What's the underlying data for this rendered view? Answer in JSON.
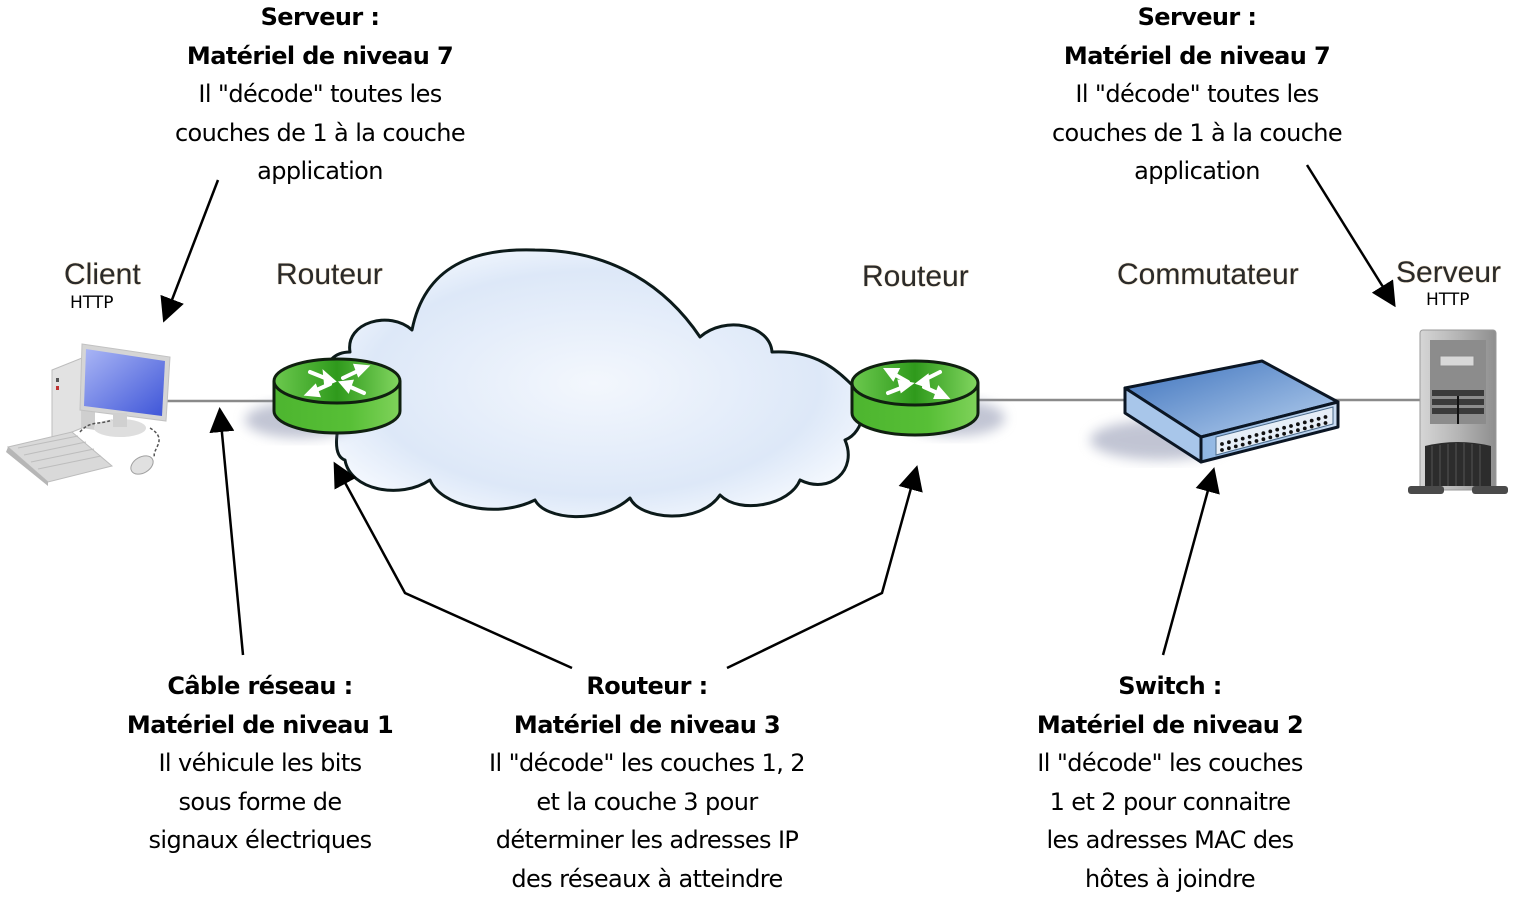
{
  "diagram": {
    "devices": {
      "client": {
        "label": "Client",
        "protocol": "HTTP"
      },
      "router_left": {
        "label": "Routeur"
      },
      "router_right": {
        "label": "Routeur"
      },
      "switch": {
        "label": "Commutateur"
      },
      "server": {
        "label": "Serveur",
        "protocol": "HTTP"
      }
    },
    "callouts": {
      "client_top": {
        "title": "Serveur :",
        "level": "Matériel de niveau 7",
        "lines": [
          "Il \"décode\" toutes les",
          "couches de 1 à la couche",
          "application"
        ]
      },
      "server_top": {
        "title": "Serveur :",
        "level": "Matériel de niveau 7",
        "lines": [
          "Il \"décode\" toutes les",
          "couches de 1 à la couche",
          "application"
        ]
      },
      "cable": {
        "title": "Câble réseau :",
        "level": "Matériel de niveau 1",
        "lines": [
          "Il véhicule les bits",
          "sous forme de",
          "signaux électriques"
        ]
      },
      "router": {
        "title": "Routeur :",
        "level": "Matériel de niveau 3",
        "lines": [
          "Il \"décode\" les couches 1, 2",
          "et la couche 3 pour",
          "déterminer les adresses IP",
          "des réseaux à atteindre"
        ]
      },
      "switch": {
        "title": "Switch :",
        "level": "Matériel de niveau 2",
        "lines": [
          "Il \"décode\" les couches",
          "1 et 2 pour connaitre",
          "les adresses MAC des",
          "hôtes à joindre"
        ]
      }
    },
    "colors": {
      "router_green": "#3fae2a",
      "switch_blue": "#4f82c4",
      "cloud_fill": "#e3edfa",
      "monitor_blue": "#5a74e0"
    }
  }
}
